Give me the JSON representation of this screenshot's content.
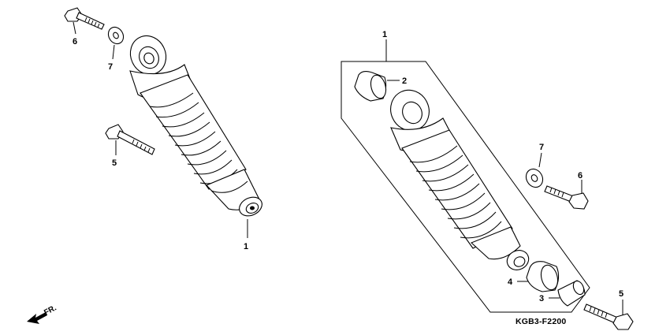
{
  "diagram": {
    "code": "KGB3-F2200",
    "direction_label": "FR.",
    "callouts": {
      "left_bolt_upper": "6",
      "left_washer": "7",
      "left_bolt_mid": "5",
      "left_shock": "1",
      "right_assembly": "1",
      "right_bushing_upper": "2",
      "right_washer": "7",
      "right_bolt_upper": "6",
      "right_bushing_lower": "4",
      "right_collar": "3",
      "right_bolt_lower": "5"
    }
  }
}
